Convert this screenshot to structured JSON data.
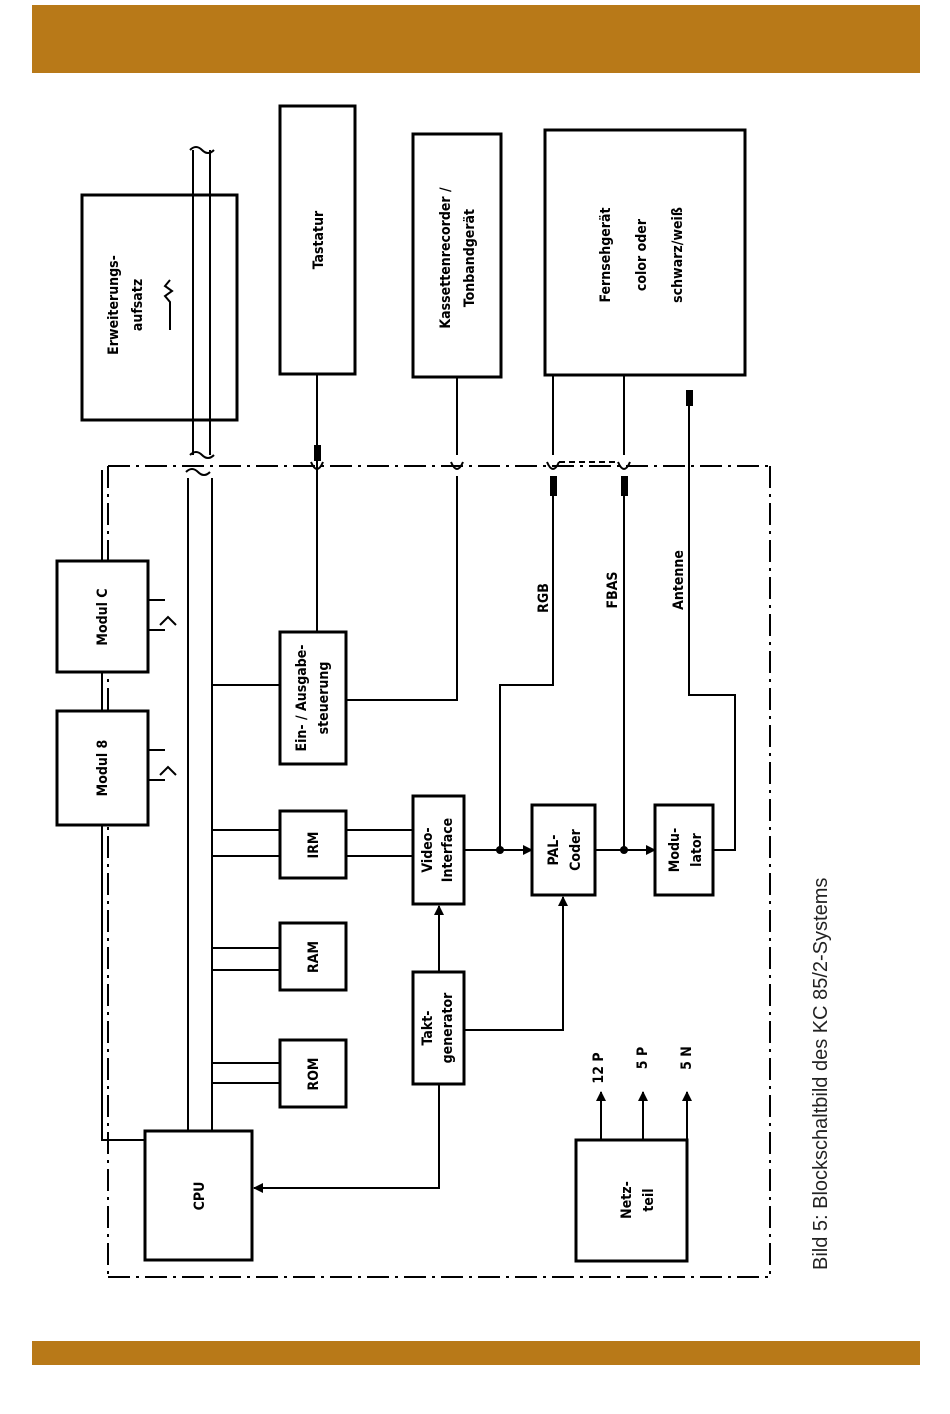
{
  "colors": {
    "band": "#b87918"
  },
  "caption": "Bild 5: Blockschaltbild des KC 85/2-Systems",
  "blocks": {
    "erweiterung": [
      "Erweiterungs-",
      "aufsatz"
    ],
    "tastatur": [
      "Tastatur"
    ],
    "kassette": [
      "Kassettenrecorder /",
      "Tonbandgerät"
    ],
    "fernseh": [
      "Fernsehgerät",
      "color   oder",
      "schwarz/weiß"
    ],
    "modul8": [
      "Modul 8"
    ],
    "modulC": [
      "Modul C"
    ],
    "einaus": [
      "Ein- / Ausgabe-",
      "steuerung"
    ],
    "irm": [
      "IRM"
    ],
    "ram": [
      "RAM"
    ],
    "rom": [
      "ROM"
    ],
    "video": [
      "Video-",
      "Interface"
    ],
    "pal": [
      "PAL-",
      "Coder"
    ],
    "modulator": [
      "Modu-",
      "lator"
    ],
    "takt": [
      "Takt-",
      "generator"
    ],
    "cpu": [
      "CPU"
    ],
    "netzteil": [
      "Netz-",
      "teil"
    ]
  },
  "signals": {
    "rgb": "RGB",
    "fbas": "FBAS",
    "antenne": "Antenne"
  },
  "voltages": [
    "12 P",
    "5 P",
    "5 N"
  ]
}
